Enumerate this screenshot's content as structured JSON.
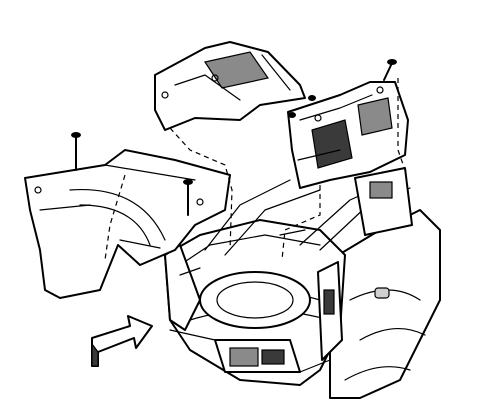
{
  "diagram": {
    "parts": [
      {
        "id": "left-trunk-side-trim-panel",
        "icon": "trim-panel-icon"
      },
      {
        "id": "rear-quarter-inner-trim-upper-left",
        "icon": "trim-panel-icon"
      },
      {
        "id": "rear-quarter-inner-trim-upper-right",
        "icon": "trim-panel-icon"
      },
      {
        "id": "vehicle-rear-body-structure",
        "icon": "vehicle-body-icon"
      },
      {
        "id": "push-pin-fastener",
        "icon": "fastener-icon",
        "count": 4
      },
      {
        "id": "direction-arrow",
        "icon": "arrow-icon"
      }
    ],
    "colors": {
      "line": "#000000",
      "shade": "#8a8a8a",
      "dark": "#3a3a3a",
      "background": "#ffffff"
    }
  }
}
